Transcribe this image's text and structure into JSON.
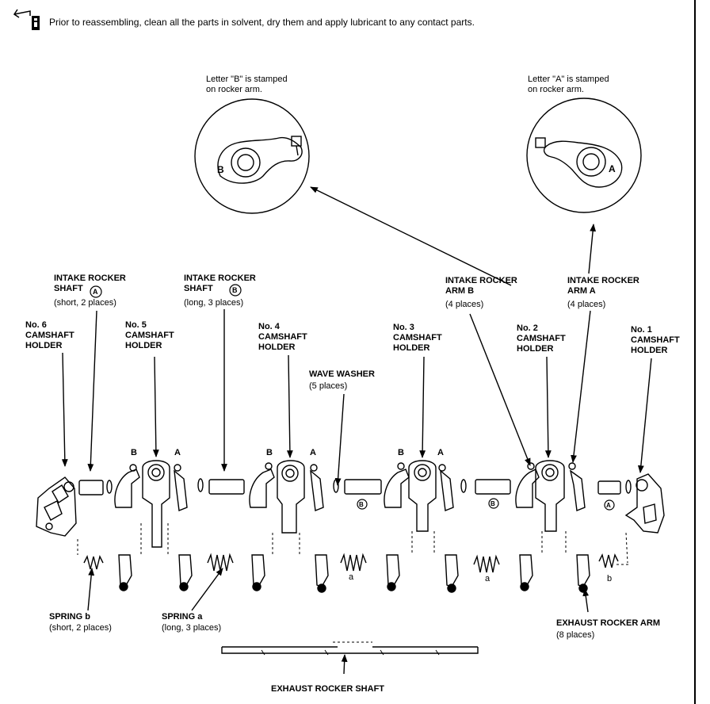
{
  "note": {
    "text": "Prior to reassembling, clean all the parts in solvent, dry them and apply lubricant to any contact parts."
  },
  "callouts": {
    "arm_b_stamp": "Letter \"B\" is stamped\non rocker arm.",
    "arm_a_stamp": "Letter \"A\" is stamped\non rocker arm.",
    "letter_b": "B",
    "letter_a": "A"
  },
  "labels": {
    "intake_shaft_a_title": "INTAKE ROCKER\nSHAFT",
    "intake_shaft_a_mark": "A",
    "intake_shaft_a_note": "(short, 2 places)",
    "intake_shaft_b_title": "INTAKE ROCKER\nSHAFT",
    "intake_shaft_b_mark": "B",
    "intake_shaft_b_note": "(long, 3 places)",
    "intake_arm_b_title": "INTAKE ROCKER\nARM B",
    "intake_arm_b_note": "(4 places)",
    "intake_arm_a_title": "INTAKE ROCKER\nARM A",
    "intake_arm_a_note": "(4 places)",
    "holder_6": "No. 6\nCAMSHAFT\nHOLDER",
    "holder_5": "No. 5\nCAMSHAFT\nHOLDER",
    "holder_4": "No. 4\nCAMSHAFT\nHOLDER",
    "holder_3": "No. 3\nCAMSHAFT\nHOLDER",
    "holder_2": "No. 2\nCAMSHAFT\nHOLDER",
    "holder_1": "No. 1\nCAMSHAFT\nHOLDER",
    "wave_washer_title": "WAVE WASHER",
    "wave_washer_note": "(5 places)",
    "spring_b_title": "SPRING b",
    "spring_b_note": "(short, 2 places)",
    "spring_a_title": "SPRING a",
    "spring_a_note": "(long, 3 places)",
    "exhaust_arm_title": "EXHAUST ROCKER ARM",
    "exhaust_arm_note": "(8 places)",
    "exhaust_shaft_title": "EXHAUST ROCKER SHAFT"
  },
  "markers": {
    "B": "B",
    "A": "A",
    "a": "a",
    "b": "b"
  }
}
